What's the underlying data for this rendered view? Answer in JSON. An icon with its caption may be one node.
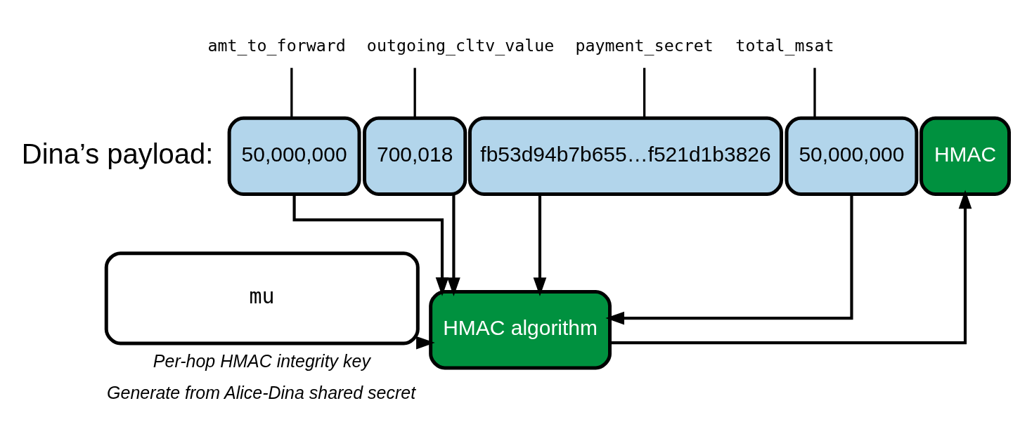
{
  "diagram": {
    "nodes": [
      {
        "text": [
          "amt_to_forward"
        ]
      },
      {
        "text": [
          "outgoing_cltv_value"
        ]
      },
      {
        "text": [
          "payment_secret"
        ]
      },
      {
        "text": [
          "total_msat"
        ]
      },
      {
        "text": [
          "50,000,000"
        ]
      },
      {
        "text": [
          "700,018"
        ]
      },
      {
        "text": [
          "fb53d94b7b655…f521d1b3826"
        ]
      },
      {
        "text": [
          "50,000,000"
        ]
      },
      {
        "text": [
          "HMAC"
        ]
      },
      {
        "text": [
          "mu"
        ],
        "beside": [
          "Per-hop HMAC integrity key",
          "Generate from Alice-Dina shared secret"
        ]
      },
      {
        "text": [
          "HMAC algorithm"
        ]
      }
    ],
    "edges": [
      {
        "from": 0,
        "to": 4,
        "arrow": "none"
      },
      {
        "from": 1,
        "to": 5,
        "arrow": "none"
      },
      {
        "from": 2,
        "to": 6,
        "arrow": "none"
      },
      {
        "from": 3,
        "to": 7,
        "arrow": "none"
      },
      {
        "from": 4,
        "to": 10,
        "arrow": "to"
      },
      {
        "from": 5,
        "to": 10,
        "arrow": "to"
      },
      {
        "from": 6,
        "to": 10,
        "arrow": "to"
      },
      {
        "from": 7,
        "to": 10,
        "arrow": "to"
      },
      {
        "from": 9,
        "to": 10,
        "arrow": "to"
      },
      {
        "from": 10,
        "to": 8,
        "arrow": "to"
      }
    ],
    "labels": [
      "Dina’s payload:"
    ]
  }
}
